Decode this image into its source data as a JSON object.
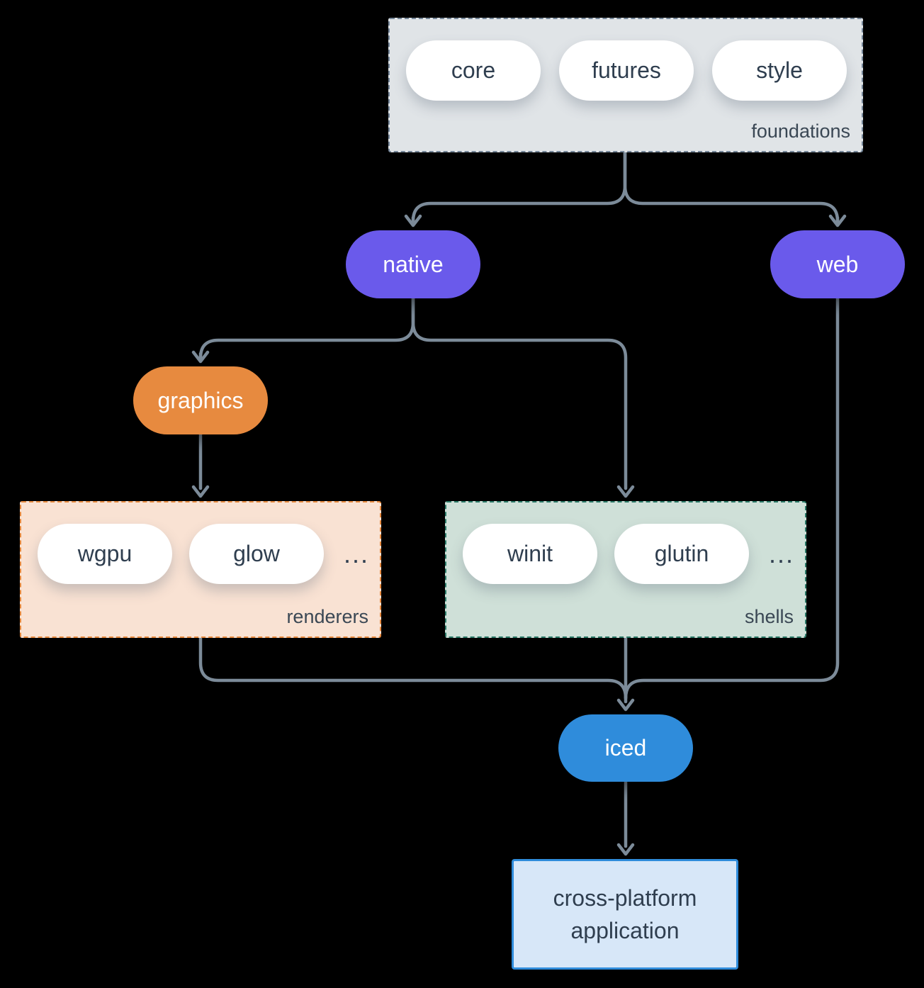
{
  "colors": {
    "background": "#000000",
    "connector": "#7C8B99",
    "node_text_dark": "#2F3E4F",
    "purple_node": "#6A5AEB",
    "orange_node": "#E78A3F",
    "blue_node": "#2F8CDB",
    "foundations_bg": "#E0E4E7",
    "foundations_border": "#76879A",
    "renderers_bg": "#F9E2D3",
    "renderers_border": "#E78A3F",
    "shells_bg": "#CFE0D8",
    "shells_border": "#2B7A68",
    "application_bg": "#D7E7F8",
    "application_border": "#2F8CDB",
    "pill_bg": "#FFFFFF"
  },
  "groups": {
    "foundations": {
      "label": "foundations",
      "items": [
        "core",
        "futures",
        "style"
      ]
    },
    "renderers": {
      "label": "renderers",
      "items": [
        "wgpu",
        "glow"
      ],
      "ellipsis": "..."
    },
    "shells": {
      "label": "shells",
      "items": [
        "winit",
        "glutin"
      ],
      "ellipsis": "..."
    }
  },
  "nodes": {
    "native": {
      "label": "native"
    },
    "web": {
      "label": "web"
    },
    "graphics": {
      "label": "graphics"
    },
    "iced": {
      "label": "iced"
    },
    "application": {
      "label_lines": [
        "cross-platform",
        "application"
      ]
    }
  }
}
